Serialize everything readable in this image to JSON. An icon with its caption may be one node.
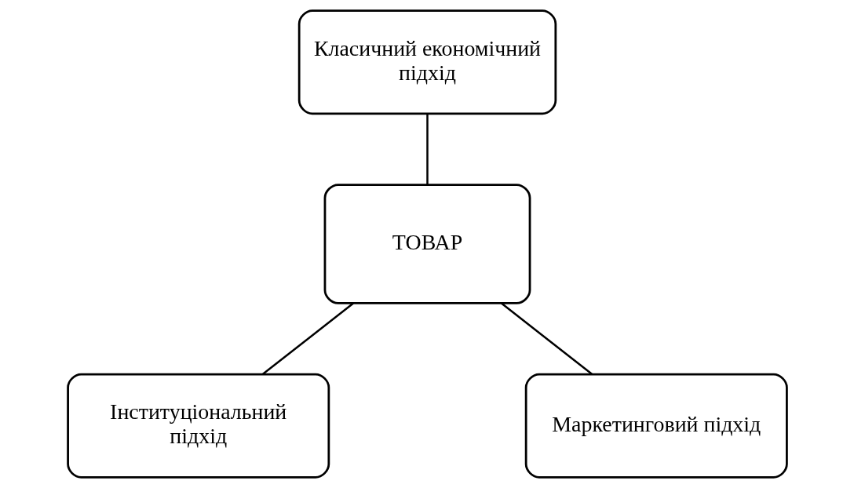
{
  "diagram": {
    "nodes": [
      {
        "text": [
          "Класичний економічний підхід"
        ]
      },
      {
        "text": [
          "ТОВАР"
        ]
      },
      {
        "text": [
          "Інституціональний підхід"
        ]
      },
      {
        "text": [
          "Маркетинговий підхід"
        ]
      }
    ],
    "edges": [
      {
        "from": 0,
        "to": 1,
        "arrow": "none"
      },
      {
        "from": 1,
        "to": 2,
        "arrow": "none"
      },
      {
        "from": 1,
        "to": 3,
        "arrow": "none"
      }
    ]
  }
}
